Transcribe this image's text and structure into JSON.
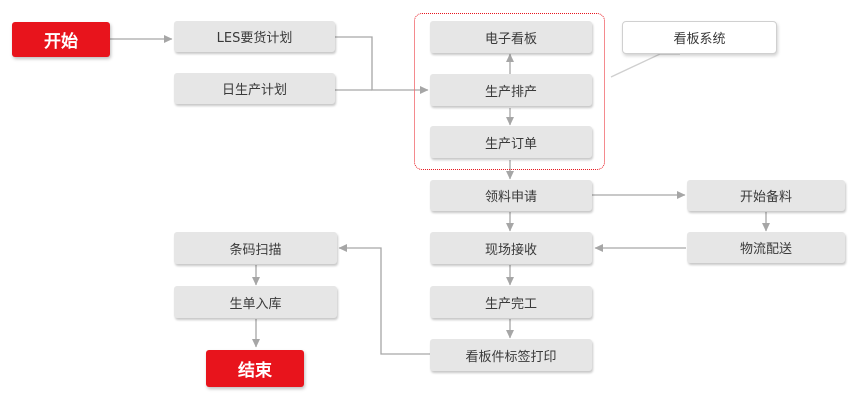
{
  "nodes": {
    "start": "开始",
    "les_plan": "LES要货计划",
    "daily_plan": "日生产计划",
    "e_kanban": "电子看板",
    "schedule": "生产排产",
    "order": "生产订单",
    "material_request": "领料申请",
    "start_prep": "开始备料",
    "logistics": "物流配送",
    "receive": "现场接收",
    "complete": "生产完工",
    "print_label": "看板件标签打印",
    "scan": "条码扫描",
    "warehouse": "生单入库",
    "end": "结束"
  },
  "callout": {
    "label": "看板系统"
  },
  "colors": {
    "accent": "#e8141c",
    "node_bg": "#e6e6e6",
    "arrow": "#a6a6a6"
  }
}
